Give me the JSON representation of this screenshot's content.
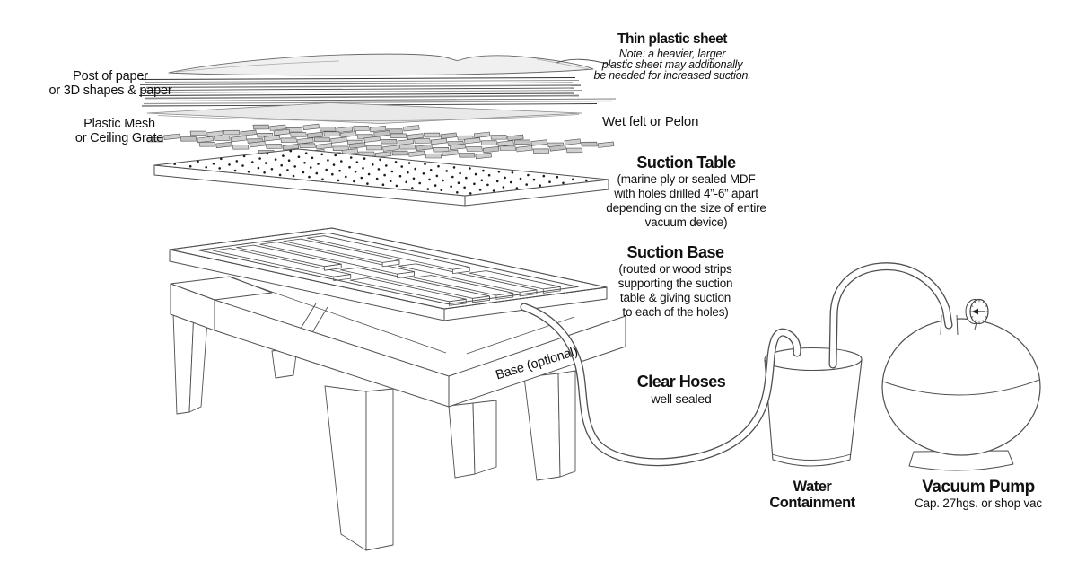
{
  "labels": {
    "post_of_paper": {
      "line1": "Post of paper",
      "line2": "or 3D shapes & paper"
    },
    "plastic_mesh": {
      "line1": "Plastic Mesh",
      "line2": "or Ceiling Grate"
    },
    "thin_plastic_sheet": {
      "title": "Thin plastic sheet",
      "note_line1": "Note: a heavier, larger",
      "note_line2": "plastic sheet may additionally",
      "note_line3": "be needed for increased suction."
    },
    "wet_felt": {
      "text": "Wet felt or Pelon"
    },
    "suction_table": {
      "title": "Suction Table",
      "desc": [
        "(marine ply or sealed MDF",
        "with holes drilled 4”-6” apart",
        "depending on the size of entire",
        "vacuum device)"
      ]
    },
    "suction_base": {
      "title": "Suction Base",
      "desc": [
        "(routed or wood strips",
        "supporting the suction",
        "table & giving suction",
        "to each of the holes)"
      ]
    },
    "base_optional": {
      "text": "Base (optional)"
    },
    "clear_hoses": {
      "title": "Clear Hoses",
      "subtitle": "well sealed"
    },
    "water_containment": {
      "line1": "Water",
      "line2": "Containment"
    },
    "vacuum_pump": {
      "title": "Vacuum Pump",
      "subtitle": "Cap. 27hgs. or shop vac"
    }
  },
  "colors": {
    "line": "#4f4f4f",
    "text": "#111111",
    "sheet_fill": "#f0f0f0",
    "felt_fill": "#e9e9e9",
    "mesh_fill": "#cfcfcf",
    "mesh_fill_dark": "#c2c2c2",
    "hole_dot": "#1c1c1c",
    "background": "#ffffff"
  }
}
